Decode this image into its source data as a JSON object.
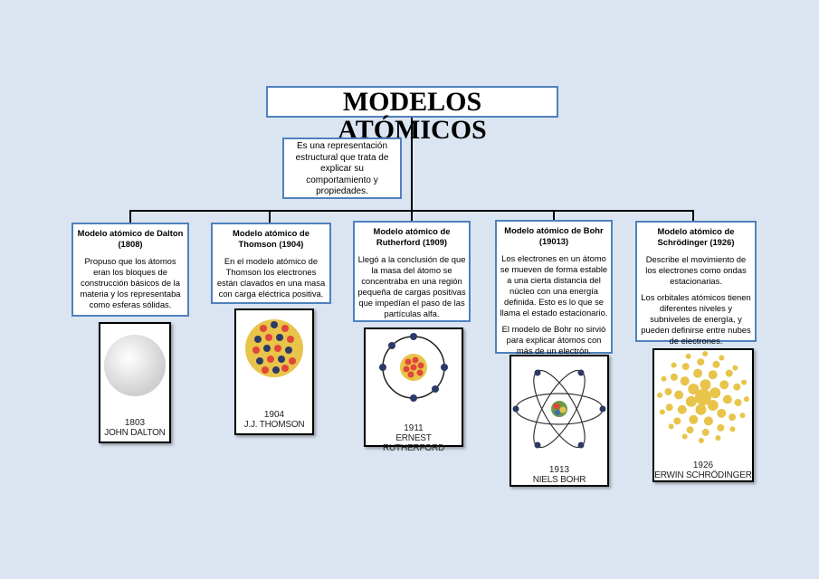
{
  "title": "MODELOS ATÓMICOS",
  "description": "Es una representación estructural que trata de explicar su comportamiento y propiedades.",
  "models": [
    {
      "heading": "Modelo atómico de Dalton (1808)",
      "paragraphs": [
        "Propuso que los átomos eran los bloques de construcción básicos de la materia y los representaba como esferas sólidas."
      ],
      "year": "1803",
      "scientist": "JOHN DALTON"
    },
    {
      "heading": "Modelo atómico de Thomson (1904)",
      "paragraphs": [
        "En el modelo atómico de Thomson los electrones están clavados en una masa con carga eléctrica positiva."
      ],
      "year": "1904",
      "scientist": "J.J. THOMSON"
    },
    {
      "heading": "Modelo atómico de Rutherford (1909)",
      "paragraphs": [
        "Llegó a la conclusión de que la masa del átomo se concentraba en una región pequeña de cargas positivas que impedían el paso de las partículas alfa."
      ],
      "year": "1911",
      "scientist": "ERNEST RUTHERFORD"
    },
    {
      "heading": "Modelo atómico de Bohr (19013)",
      "paragraphs": [
        "Los electrones en un átomo se mueven de forma estable a una cierta distancia del núcleo con una energía definida. Esto es lo que se llama el estado estacionario.",
        "El modelo de Bohr no sirvió para explicar átomos con más de un electrón."
      ],
      "year": "1913",
      "scientist": "NIELS BOHR"
    },
    {
      "heading": "Modelo atómico de Schrödinger (1926)",
      "paragraphs": [
        "Describe el movimiento de los electrones como ondas estacionarias.",
        "Los orbitales atómicos tienen diferentes niveles y subniveles de energía, y pueden definirse entre nubes de electrones."
      ],
      "year": "1926",
      "scientist": "ERWIN SCHRÖDINGER"
    }
  ],
  "colors": {
    "border": "#4f81bd",
    "background": "#dbe5f1",
    "nucleus": "#e8c44a",
    "proton": "#e0463a",
    "electron": "#2b3a67"
  }
}
